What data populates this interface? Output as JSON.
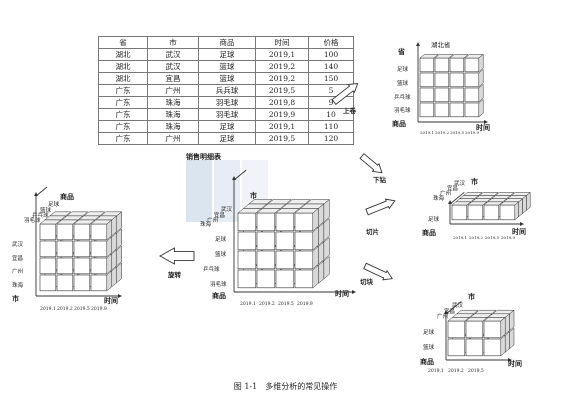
{
  "table": {
    "headers": [
      "省",
      "市",
      "商品",
      "时间",
      "价格"
    ],
    "rows": [
      [
        "湖北",
        "武汉",
        "足球",
        "2019,1",
        "100"
      ],
      [
        "湖北",
        "武汉",
        "篮球",
        "2019,2",
        "140"
      ],
      [
        "湖北",
        "宜昌",
        "篮球",
        "2019,2",
        "150"
      ],
      [
        "广东",
        "广州",
        "兵兵球",
        "2019,5",
        "5"
      ],
      [
        "广东",
        "珠海",
        "羽毛球",
        "2019,8",
        "9"
      ],
      [
        "广东",
        "珠海",
        "羽毛球",
        "2019,9",
        "10"
      ],
      [
        "广东",
        "珠海",
        "足球",
        "2019,1",
        "110"
      ],
      [
        "广东",
        "广州",
        "足球",
        "2019,5",
        "120"
      ]
    ],
    "caption": "销售明细表"
  },
  "operations": {
    "rollup": "上卷",
    "drilldown": "下钻",
    "slice": "切片",
    "dice": "切块",
    "rotate": "旋转"
  },
  "labels": {
    "province": "省",
    "city": "市",
    "product": "商品",
    "time": "时间",
    "hubei_province": "湖北省",
    "wuhan": "武汉",
    "yichang": "宜昌",
    "guangzhou": "广州",
    "zhuhai": "珠海",
    "football": "足球",
    "basketball": "篮球",
    "pingpong": "乒乓球",
    "badminton": "羽毛球",
    "time_ticks": [
      "2019.1",
      "2019.2",
      "2019.5",
      "2019.9"
    ],
    "time_ticks_dice": [
      "2019.1",
      "2019.2",
      "2019.5"
    ]
  },
  "figure_caption": "图 1-1　多维分析的常见操作",
  "colors": {
    "cube_fill": "#ffffff",
    "cube_side": "#d9d9d9",
    "cube_top": "#eeeeee",
    "line": "#333333",
    "watermark": "#3a6ea5"
  }
}
